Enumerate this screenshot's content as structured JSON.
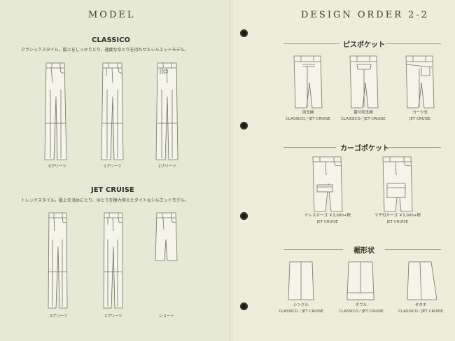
{
  "left": {
    "header": "MODEL",
    "classico": {
      "title": "CLASSICO",
      "description": "クラシックスタイル。股上をしっかりとり、適度なゆとりを持たせたシルエットモデル。",
      "captions": [
        "0プリーツ",
        "1プリーツ",
        "2プリーツ"
      ]
    },
    "jet_cruise": {
      "title": "JET CRUISE",
      "description": "トレンドスタイル。股上を浅めにとり、ゆとりを極力抑えたタイトなシルエットモデル。",
      "captions": [
        "0プリーツ",
        "1プリーツ",
        "ショート"
      ]
    }
  },
  "right": {
    "header": "DESIGN ORDER 2-2",
    "pockets": {
      "title": "ピスポケット",
      "items": [
        {
          "name": "両玉縁",
          "sub": "CLASSICO／JET CRUISE"
        },
        {
          "name": "蓋付両玉縁",
          "sub": "CLASSICO／JET CRUISE"
        },
        {
          "name": "ヨーク式",
          "sub": "JET CRUISE"
        }
      ]
    },
    "cargo": {
      "title": "カーゴポケット",
      "items": [
        {
          "name": "ドレスカーゴ ￥3,000+税",
          "sub": "JET CRUISE"
        },
        {
          "name": "マチ付カーゴ ￥3,000+税",
          "sub": "JET CRUISE"
        }
      ]
    },
    "hem": {
      "title": "裾形状",
      "items": [
        {
          "name": "シングル",
          "sub": "CLASSICO／JET CRUISE"
        },
        {
          "name": "ダブル",
          "sub": "CLASSICO／JET CRUISE"
        },
        {
          "name": "タタキ",
          "sub": "CLASSICO／JET CRUISE"
        }
      ]
    }
  }
}
